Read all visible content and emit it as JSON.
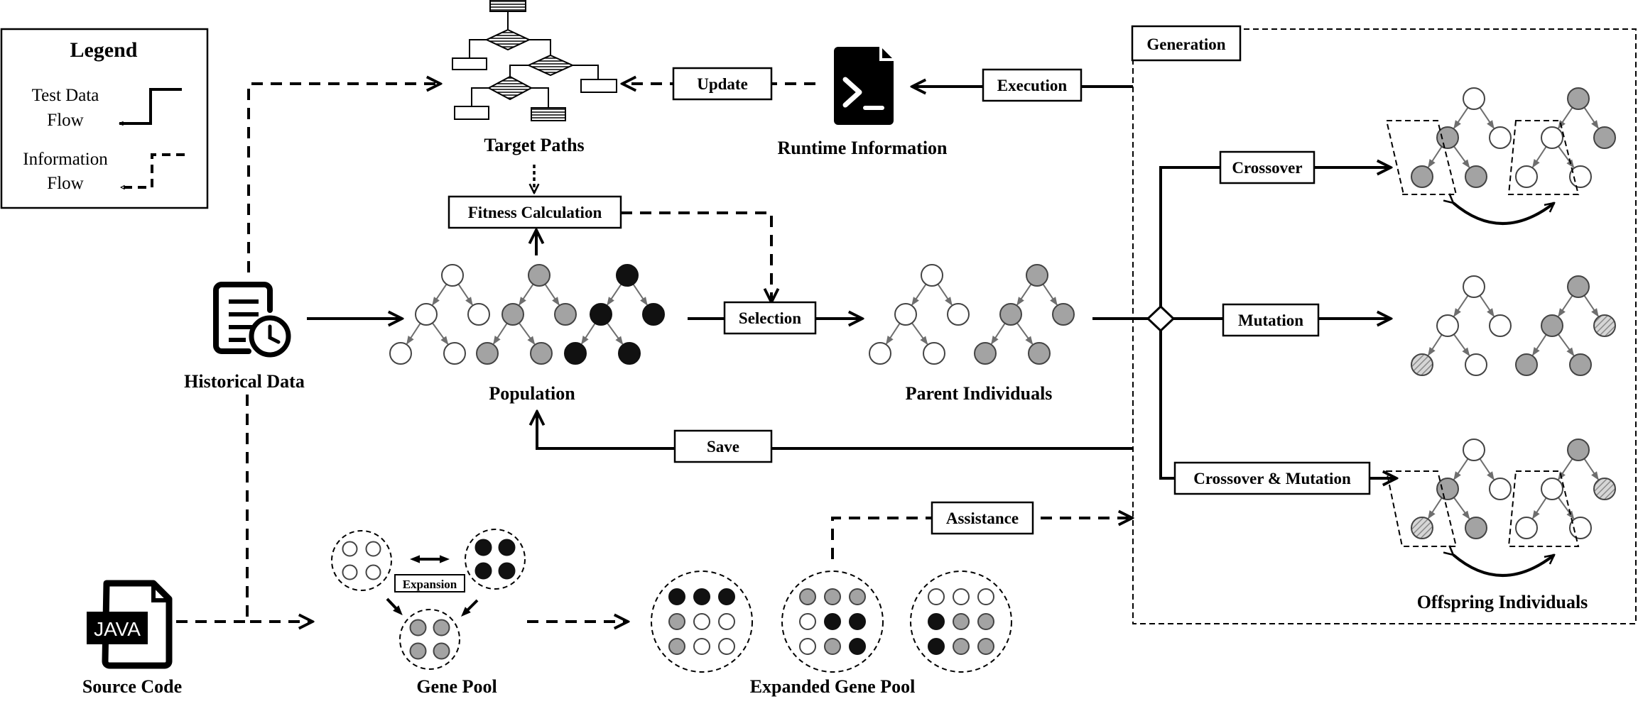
{
  "legend": {
    "title": "Legend",
    "test_data_flow": [
      "Test Data",
      "Flow"
    ],
    "information_flow": [
      "Information",
      "Flow"
    ]
  },
  "nodes": {
    "historical_data": "Historical Data",
    "source_code": "Source Code",
    "target_paths": "Target Paths",
    "runtime_information": "Runtime Information",
    "population": "Population",
    "parent_individuals": "Parent Individuals",
    "gene_pool": "Gene Pool",
    "expanded_gene_pool": "Expanded Gene Pool",
    "offspring_individuals": "Offspring Individuals"
  },
  "boxes": {
    "fitness_calculation": "Fitness Calculation",
    "update": "Update",
    "execution": "Execution",
    "selection": "Selection",
    "save": "Save",
    "assistance": "Assistance",
    "generation": "Generation",
    "crossover": "Crossover",
    "mutation": "Mutation",
    "crossover_mutation": "Crossover & Mutation",
    "expansion": "Expansion"
  },
  "icons": {
    "java_label": "JAVA"
  },
  "colors": {
    "stroke": "#000000",
    "node_gray": "#a3a3a3",
    "node_black": "#111111",
    "edge": "#6e6e6e"
  }
}
